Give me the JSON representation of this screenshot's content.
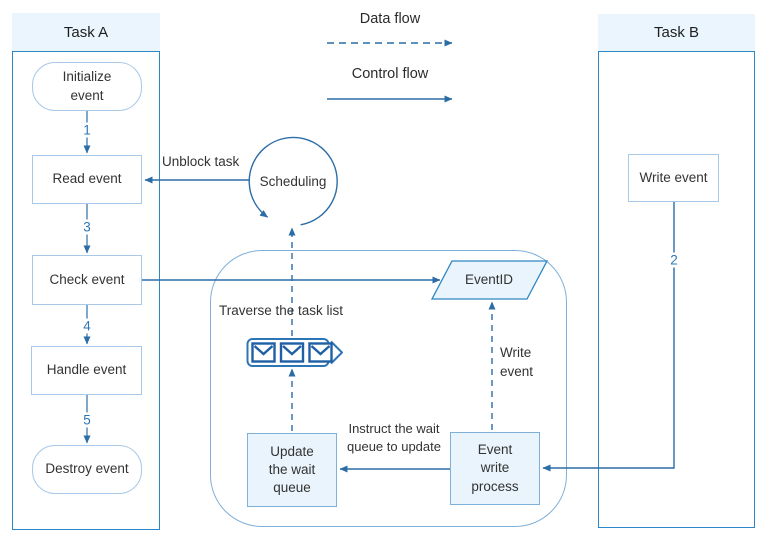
{
  "legend": {
    "data_flow_label": "Data flow",
    "control_flow_label": "Control flow"
  },
  "task_a": {
    "title": "Task A",
    "nodes": {
      "initialize": "Initialize\nevent",
      "read": "Read event",
      "check": "Check event",
      "handle": "Handle event",
      "destroy": "Destroy event"
    },
    "steps": {
      "s1": "1",
      "s3": "3",
      "s4": "4",
      "s5": "5"
    }
  },
  "task_b": {
    "title": "Task B",
    "nodes": {
      "write": "Write event"
    },
    "steps": {
      "s2": "2"
    }
  },
  "scheduling": {
    "label": "Scheduling",
    "unblock_label": "Unblock task"
  },
  "kernel": {
    "traverse_label": "Traverse the task list",
    "event_id": "EventID",
    "write_event_label": "Write\nevent",
    "instruct_label": "Instruct the wait\nqueue to update",
    "update_wait_queue": "Update\nthe wait\nqueue",
    "event_write_process": "Event\nwrite\nprocess"
  },
  "icons": {
    "message_queue_icon": "three envelopes in a pointed queue banner",
    "scheduling_loop_icon": "circular self-loop arrow"
  },
  "colors": {
    "line": "#2c6da6",
    "bright_border": "#2b87c8",
    "light_border": "#a9c9e9",
    "mid_border": "#7fb0d9",
    "fill_light": "#e9f4fc",
    "icon_blue": "#1f5fa5",
    "text": "#333333"
  }
}
